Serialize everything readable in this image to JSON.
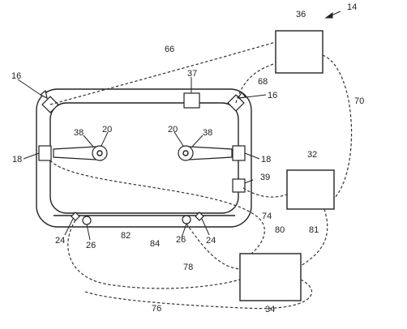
{
  "figure": {
    "ref_14": "14",
    "ref_16_left": "16",
    "ref_16_right": "16",
    "ref_18_left": "18",
    "ref_18_right": "18",
    "ref_20_left": "20",
    "ref_20_right": "20",
    "ref_24_left": "24",
    "ref_24_right": "24",
    "ref_26_left": "26",
    "ref_26_right": "26",
    "ref_32": "32",
    "ref_34": "34",
    "ref_36": "36",
    "ref_37": "37",
    "ref_38_left": "38",
    "ref_38_right": "38",
    "ref_39": "39",
    "ref_66": "66",
    "ref_68": "68",
    "ref_70": "70",
    "ref_74": "74",
    "ref_76": "76",
    "ref_78": "78",
    "ref_80": "80",
    "ref_81": "81",
    "ref_82": "82",
    "ref_84": "84"
  },
  "colors": {
    "line": "#222222",
    "background": "#ffffff"
  }
}
